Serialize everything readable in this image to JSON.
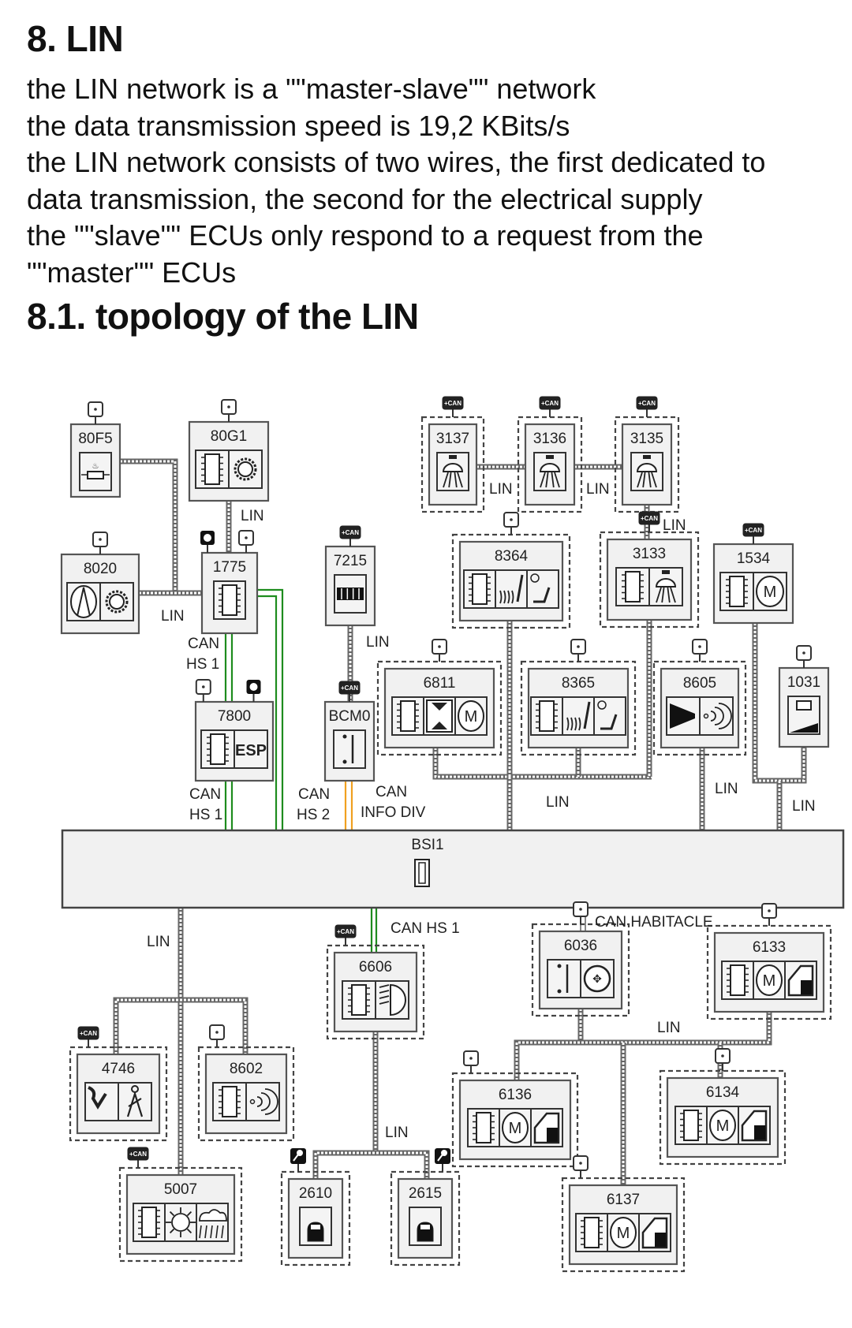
{
  "heading": "8. LIN",
  "paragraph_lines": [
    "the LIN network is a \"\"master-slave\"\" network",
    "the data transmission speed is 19,2 KBits/s",
    "the LIN network consists of two wires, the first dedicated to",
    "data transmission, the second for the electrical supply",
    "the \"\"slave\"\" ECUs only respond to a request from the",
    "\"\"master\"\" ECUs"
  ],
  "subheading": "8.1. topology of the LIN",
  "diagram": {
    "central_unit": {
      "id": "BSI1",
      "icon": "ecu-chip-icon"
    },
    "colors": {
      "lin": "#666666",
      "can_hs": "#1e8c1e",
      "can_info_div": "#f0a020",
      "box_fill": "#f1f1f1"
    },
    "supply_can_label": "+CAN",
    "nodes": [
      {
        "id": "80F5",
        "icons": [
          "heater-resistor-icon"
        ],
        "supply": "plus",
        "dashed": false
      },
      {
        "id": "80G1",
        "icons": [
          "ecu-chip-icon",
          "snowflake-icon"
        ],
        "supply": "plus",
        "dashed": false
      },
      {
        "id": "8020",
        "icons": [
          "compressor-icon",
          "snowflake-icon"
        ],
        "supply": "plus",
        "dashed": false
      },
      {
        "id": "1775",
        "icons": [
          "ecu-chip-icon"
        ],
        "supply": "plus",
        "dashed": false
      },
      {
        "id": "7215",
        "icons": [
          "display-icon"
        ],
        "supply": "can",
        "dashed": false
      },
      {
        "id": "7800",
        "icons": [
          "ecu-chip-icon",
          "esp-icon"
        ],
        "supply": "plus",
        "dashed": false
      },
      {
        "id": "BCM0",
        "icons": [
          "switch-icon"
        ],
        "supply": "can",
        "dashed": false
      },
      {
        "id": "3137",
        "icons": [
          "ceiling-light-icon"
        ],
        "supply": "can",
        "dashed": true
      },
      {
        "id": "3136",
        "icons": [
          "ceiling-light-icon"
        ],
        "supply": "can",
        "dashed": true
      },
      {
        "id": "3135",
        "icons": [
          "ceiling-light-icon"
        ],
        "supply": "can",
        "dashed": true
      },
      {
        "id": "8364",
        "icons": [
          "ecu-chip-icon",
          "seat-heating-icon",
          "seat-ventilation-icon"
        ],
        "supply": "plus",
        "dashed": true
      },
      {
        "id": "3133",
        "icons": [
          "ecu-chip-icon",
          "ceiling-light-icon"
        ],
        "supply": "can",
        "dashed": true
      },
      {
        "id": "1534",
        "icons": [
          "ecu-chip-icon",
          "motor-icon"
        ],
        "supply": "can",
        "dashed": false
      },
      {
        "id": "6811",
        "icons": [
          "ecu-chip-icon",
          "sunroof-icon",
          "motor-icon"
        ],
        "supply": "plus",
        "dashed": true
      },
      {
        "id": "8365",
        "icons": [
          "ecu-chip-icon",
          "seat-heating-icon",
          "seat-ventilation-icon"
        ],
        "supply": "plus",
        "dashed": true
      },
      {
        "id": "8605",
        "icons": [
          "horn-icon",
          "wireless-signal-icon"
        ],
        "supply": "plus",
        "dashed": true
      },
      {
        "id": "1031",
        "icons": [
          "battery-charge-icon"
        ],
        "supply": "plus",
        "dashed": false
      },
      {
        "id": "6606",
        "icons": [
          "ecu-chip-icon",
          "headlamp-icon"
        ],
        "supply": "can",
        "dashed": true
      },
      {
        "id": "6036",
        "icons": [
          "switch-icon",
          "steering-control-icon"
        ],
        "supply": "plus",
        "dashed": true
      },
      {
        "id": "6133",
        "icons": [
          "ecu-chip-icon",
          "motor-icon",
          "window-icon"
        ],
        "supply": "plus",
        "dashed": true
      },
      {
        "id": "4746",
        "icons": [
          "child-seat-icon",
          "seatbelt-icon"
        ],
        "supply": "can",
        "dashed": true
      },
      {
        "id": "8602",
        "icons": [
          "ecu-chip-icon",
          "wireless-signal-icon"
        ],
        "supply": "plus",
        "dashed": true
      },
      {
        "id": "6136",
        "icons": [
          "ecu-chip-icon",
          "motor-icon",
          "window-icon"
        ],
        "supply": "plus",
        "dashed": true
      },
      {
        "id": "6134",
        "icons": [
          "ecu-chip-icon",
          "motor-icon",
          "window-icon"
        ],
        "supply": "plus",
        "dashed": true
      },
      {
        "id": "5007",
        "icons": [
          "ecu-chip-icon",
          "sun-sensor-icon",
          "rain-sensor-icon"
        ],
        "supply": "can",
        "dashed": true
      },
      {
        "id": "2610",
        "icons": [
          "seat-icon"
        ],
        "supply": "key",
        "dashed": true
      },
      {
        "id": "2615",
        "icons": [
          "seat-icon"
        ],
        "supply": "key",
        "dashed": true
      },
      {
        "id": "6137",
        "icons": [
          "ecu-chip-icon",
          "motor-icon",
          "window-icon"
        ],
        "supply": "plus",
        "dashed": true
      }
    ],
    "bus_labels": {
      "lin": "LIN",
      "can_hs1_line1": "CAN",
      "can_hs1_line2": "HS 1",
      "can_hs2_line1": "CAN",
      "can_hs2_line2": "HS 2",
      "can_info_line1": "CAN",
      "can_info_line2": "INFO DIV",
      "can_hs1": "CAN HS 1",
      "can_habitacle": "CAN HABITACLE"
    }
  }
}
